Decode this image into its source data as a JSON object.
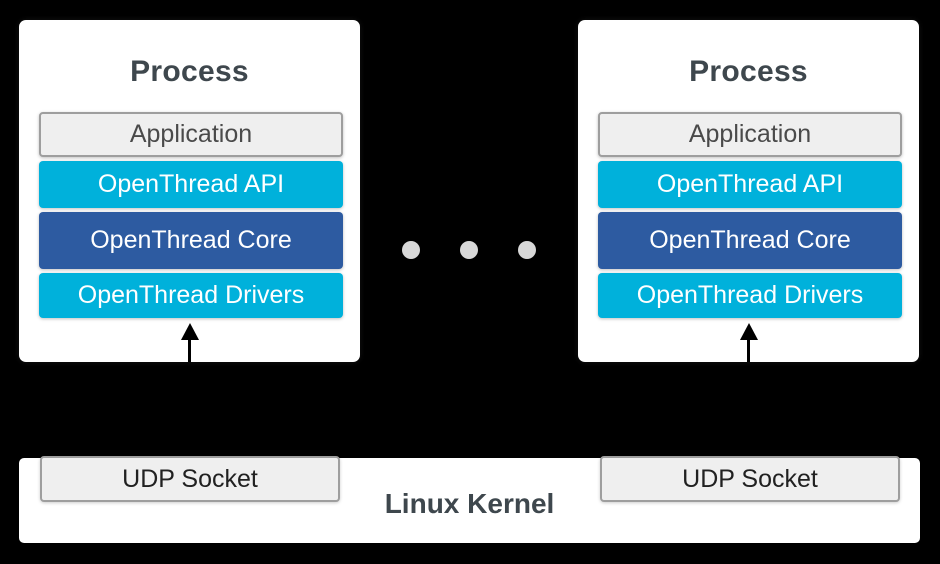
{
  "colors": {
    "background": "#000000",
    "panel": "#ffffff",
    "cyan": "#00b1db",
    "blue": "#2d5ba1",
    "gray_fill": "#efefef",
    "gray_border": "#9e9e9e",
    "title_text": "#3e474d",
    "gray_box_text": "#4a4a4a",
    "socket_text": "#212121",
    "white_text": "#ffffff",
    "dot": "#d8d8d8",
    "arrow": "#000000"
  },
  "processes": [
    {
      "title": "Process",
      "layers": {
        "application": "Application",
        "api": "OpenThread API",
        "core": "OpenThread Core",
        "drivers": "OpenThread Drivers"
      }
    },
    {
      "title": "Process",
      "layers": {
        "application": "Application",
        "api": "OpenThread API",
        "core": "OpenThread Core",
        "drivers": "OpenThread Drivers"
      }
    }
  ],
  "ellipsis": {
    "dot_count": 3
  },
  "kernel": {
    "label": "Linux Kernel",
    "sockets": [
      "UDP Socket",
      "UDP Socket"
    ]
  }
}
